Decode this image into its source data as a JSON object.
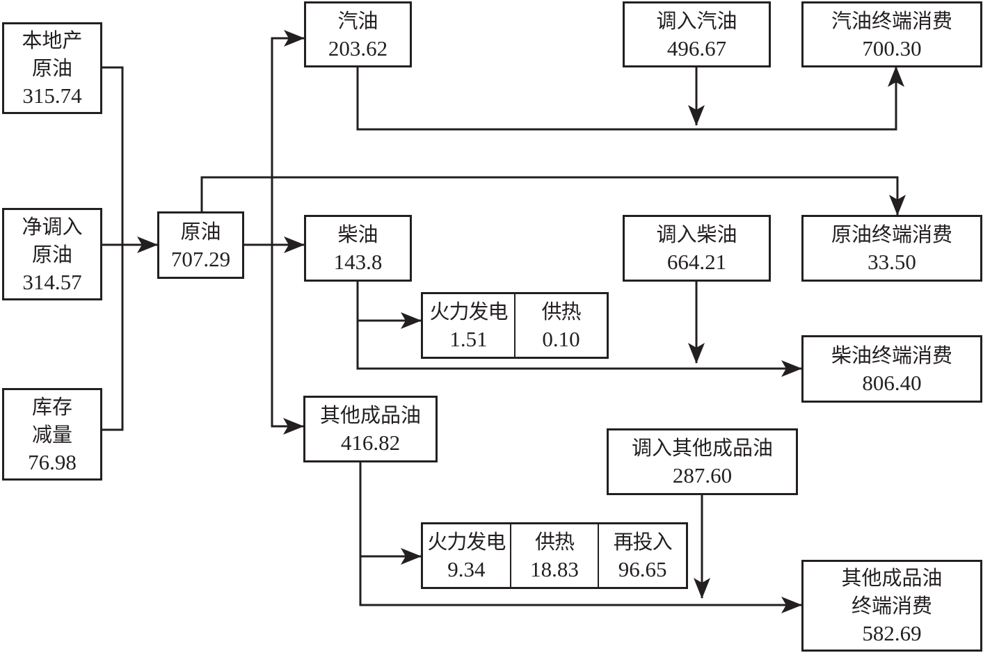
{
  "diagram": {
    "type": "flow",
    "sources": [
      {
        "id": "local_crude",
        "label_lines": [
          "本地产",
          "原油"
        ],
        "value": "315.74"
      },
      {
        "id": "net_import_crude",
        "label_lines": [
          "净调入",
          "原油"
        ],
        "value": "314.57"
      },
      {
        "id": "stock_decrease",
        "label_lines": [
          "库存",
          "减量"
        ],
        "value": "76.98"
      }
    ],
    "crude": {
      "label": "原油",
      "value": "707.29"
    },
    "products": [
      {
        "id": "gasoline",
        "label": "汽油",
        "value": "203.62"
      },
      {
        "id": "diesel",
        "label": "柴油",
        "value": "143.8"
      },
      {
        "id": "other_products",
        "label": "其他成品油",
        "value": "416.82"
      }
    ],
    "imports": [
      {
        "id": "import_gasoline",
        "label": "调入汽油",
        "value": "496.67"
      },
      {
        "id": "import_diesel",
        "label": "调入柴油",
        "value": "664.21"
      },
      {
        "id": "import_other",
        "label": "调入其他成品油",
        "value": "287.60"
      }
    ],
    "final_consumption": [
      {
        "id": "gasoline_final",
        "label_lines": [
          "汽油终端消费"
        ],
        "value": "700.30"
      },
      {
        "id": "crude_final",
        "label_lines": [
          "原油终端消费"
        ],
        "value": "33.50"
      },
      {
        "id": "diesel_final",
        "label_lines": [
          "柴油终端消费"
        ],
        "value": "806.40"
      },
      {
        "id": "other_final",
        "label_lines": [
          "其他成品油",
          "终端消费"
        ],
        "value": "582.69"
      }
    ],
    "diesel_uses": [
      {
        "label": "火力发电",
        "value": "1.51"
      },
      {
        "label": "供热",
        "value": "0.10"
      }
    ],
    "other_uses": [
      {
        "label": "火力发电",
        "value": "9.34"
      },
      {
        "label": "供热",
        "value": "18.83"
      },
      {
        "label": "再投入",
        "value": "96.65"
      }
    ],
    "edges": [
      [
        "本地产原油",
        "原油"
      ],
      [
        "净调入原油",
        "原油"
      ],
      [
        "库存减量",
        "原油"
      ],
      [
        "原油",
        "汽油"
      ],
      [
        "原油",
        "柴油"
      ],
      [
        "原油",
        "其他成品油"
      ],
      [
        "原油",
        "原油终端消费"
      ],
      [
        "汽油",
        "汽油终端消费"
      ],
      [
        "调入汽油",
        "汽油终端消费"
      ],
      [
        "柴油",
        "火力发电/供热"
      ],
      [
        "柴油",
        "柴油终端消费"
      ],
      [
        "调入柴油",
        "柴油终端消费"
      ],
      [
        "其他成品油",
        "火力发电/供热/再投入"
      ],
      [
        "其他成品油",
        "其他成品油终端消费"
      ],
      [
        "调入其他成品油",
        "其他成品油终端消费"
      ]
    ],
    "line_color": "#231f20"
  }
}
